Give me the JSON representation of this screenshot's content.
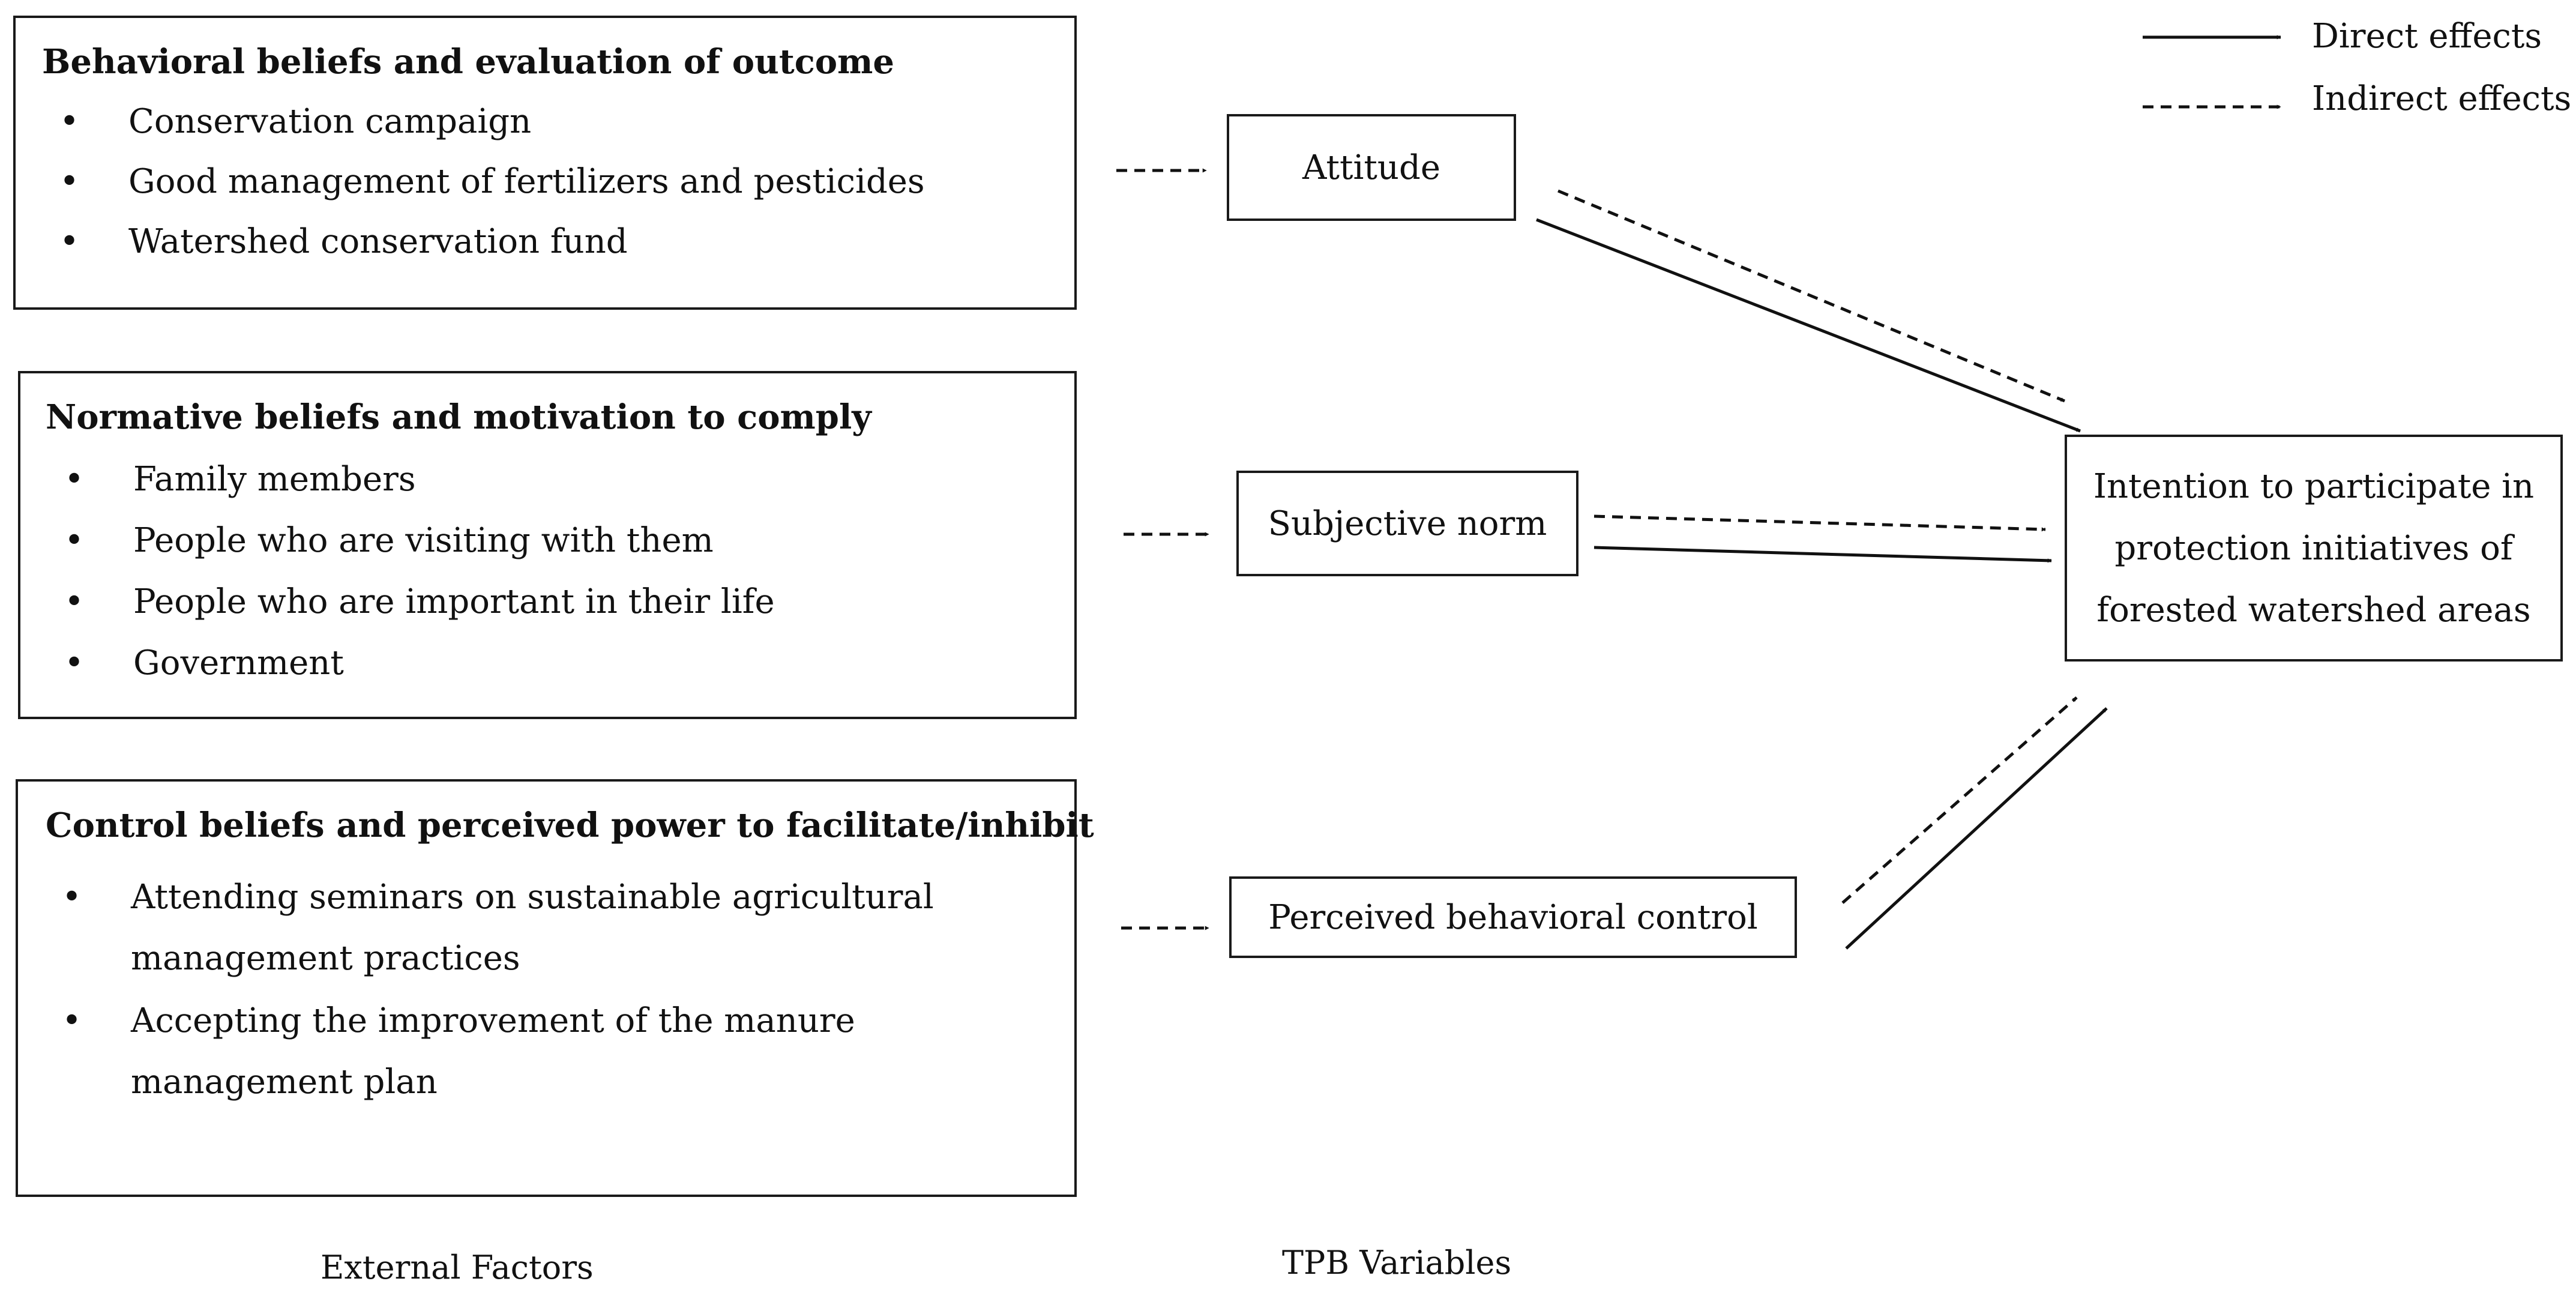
{
  "external_factors": [
    {
      "heading": "Behavioral beliefs and evaluation of outcome",
      "items": [
        "Conservation campaign",
        "Good management of fertilizers and pesticides",
        "Watershed conservation fund"
      ]
    },
    {
      "heading": "Normative beliefs and motivation to comply",
      "items": [
        "Family members",
        "People who are visiting with them",
        "People who are important in their life",
        "Government"
      ]
    },
    {
      "heading": "Control beliefs and perceived power to facilitate/inhibit",
      "items": [
        [
          "Attending seminars on sustainable agricultural",
          "management practices"
        ],
        [
          "Accepting the improvement of the manure",
          "management plan"
        ]
      ]
    }
  ],
  "bullet": "•",
  "tpb_variables": [
    "Attitude",
    "Subjective norm",
    "Perceived behavioral control"
  ],
  "outcome": [
    "Intention to participate in",
    "protection initiatives of",
    "forested watershed areas"
  ],
  "legend": {
    "direct": "Direct effects",
    "indirect": "Indirect effects"
  },
  "captions": {
    "external": "External Factors",
    "tpb": "TPB Variables"
  }
}
